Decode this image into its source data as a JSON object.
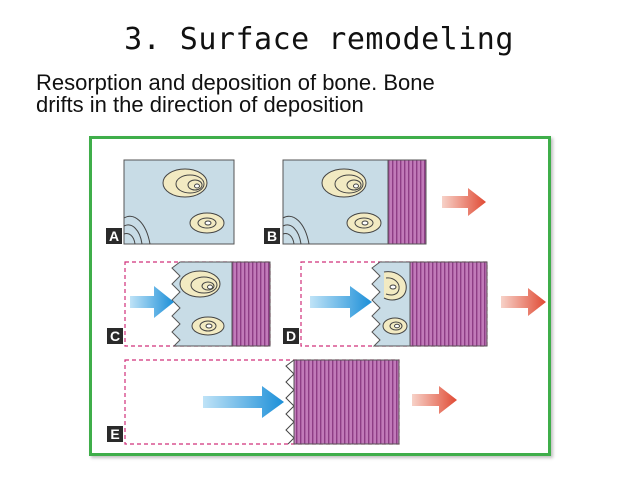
{
  "slide": {
    "title": "3. Surface remodeling",
    "subtitle_line1": "Resorption and deposition of bone. Bone",
    "subtitle_line2": "drifts in the direction of deposition"
  },
  "panels": [
    {
      "label": "A"
    },
    {
      "label": "B"
    },
    {
      "label": "C"
    },
    {
      "label": "D"
    },
    {
      "label": "E"
    }
  ],
  "colors": {
    "frame": "#3fae4a",
    "bone_bg": "#c8dce6",
    "deposition": "#b45aa8",
    "resorption_arrow": "#2e9fe0",
    "drift_arrow": "#e0503c",
    "osteon": "#f2eac2"
  }
}
